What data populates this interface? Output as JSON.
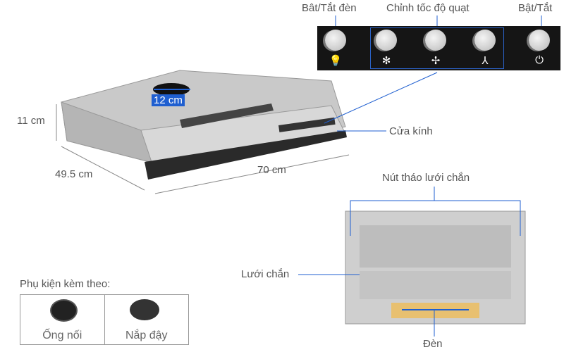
{
  "labels": {
    "light": "Bât/Tắt đèn",
    "speed": "Chỉnh tốc độ quạt",
    "power": "Bật/Tắt",
    "duct": "12 cm",
    "height": "11 cm",
    "depth": "49.5 cm",
    "width": "70 cm",
    "glass": "Cửa kính",
    "release": "Nút tháo lưới chắn",
    "filter": "Lưới chắn",
    "lamp": "Đèn"
  },
  "accessories": {
    "title": "Phụ kiện kèm theo:",
    "items": [
      {
        "label": "Ống nối"
      },
      {
        "label": "Nắp đậy"
      }
    ]
  },
  "colors": {
    "accent": "#1f5fd0"
  }
}
